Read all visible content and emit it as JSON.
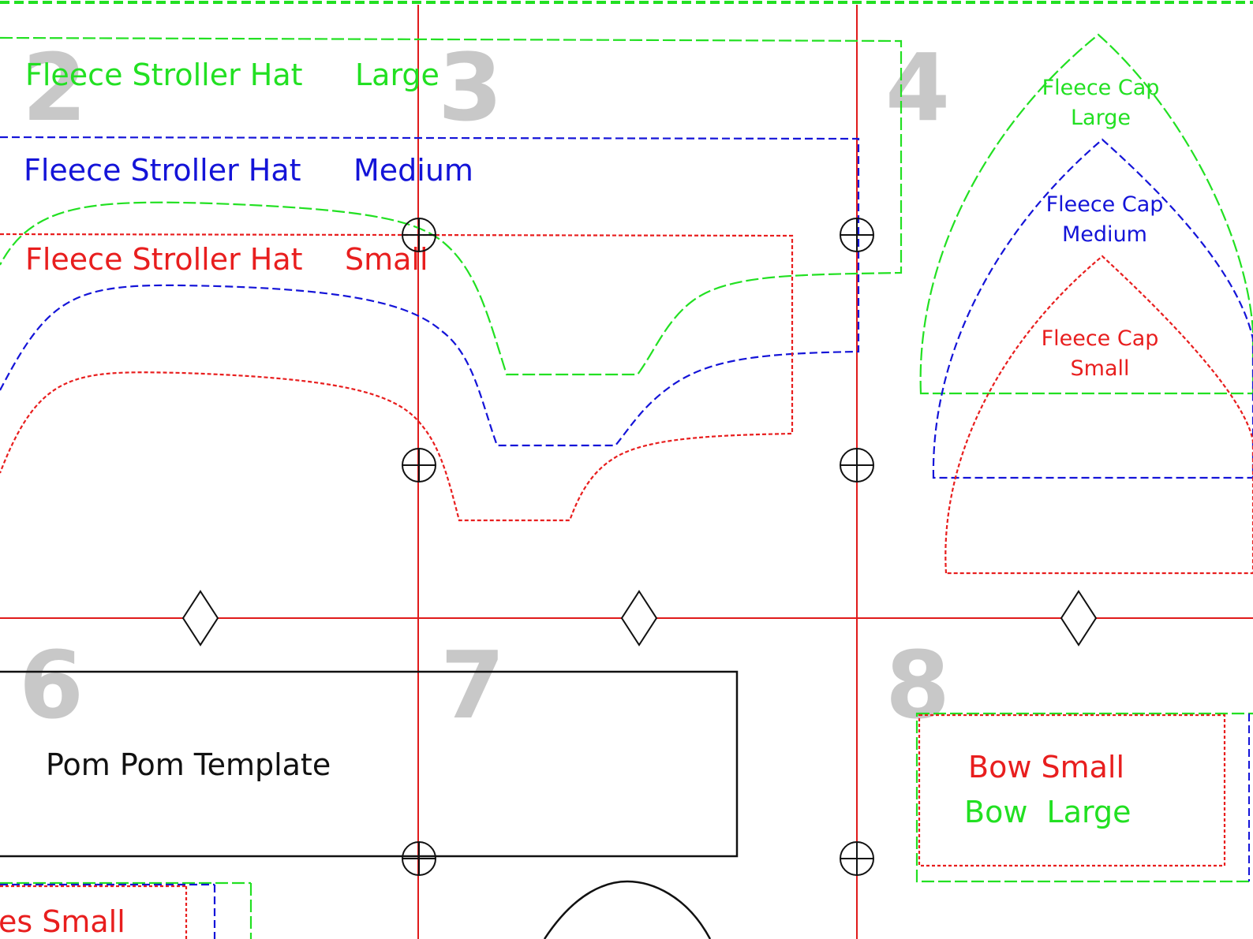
{
  "page_numbers": [
    "2",
    "3",
    "4",
    "6",
    "7",
    "8"
  ],
  "colors": {
    "large": "#22e022",
    "medium": "#1414d8",
    "small": "#e81e1e",
    "guide": "#e01b1b",
    "black": "#111111",
    "page_number": "#c8c8c8"
  },
  "stroller_hat": {
    "large": {
      "name": "Fleece Stroller Hat",
      "size": "Large"
    },
    "medium": {
      "name": "Fleece Stroller Hat",
      "size": "Medium"
    },
    "small": {
      "name": "Fleece Stroller Hat",
      "size": "Small"
    }
  },
  "fleece_cap": {
    "large": {
      "name": "Fleece Cap",
      "size": "Large"
    },
    "medium": {
      "name": "Fleece Cap",
      "size": "Medium"
    },
    "small": {
      "name": "Fleece Cap",
      "size": "Small"
    }
  },
  "pom_pom": {
    "label": "Pom Pom Template"
  },
  "bow": {
    "small": "Bow Small",
    "large": "Bow  Large"
  },
  "partial_label": "es Small",
  "icons": [
    "registration-crosshair-icon",
    "alignment-diamond-icon"
  ]
}
